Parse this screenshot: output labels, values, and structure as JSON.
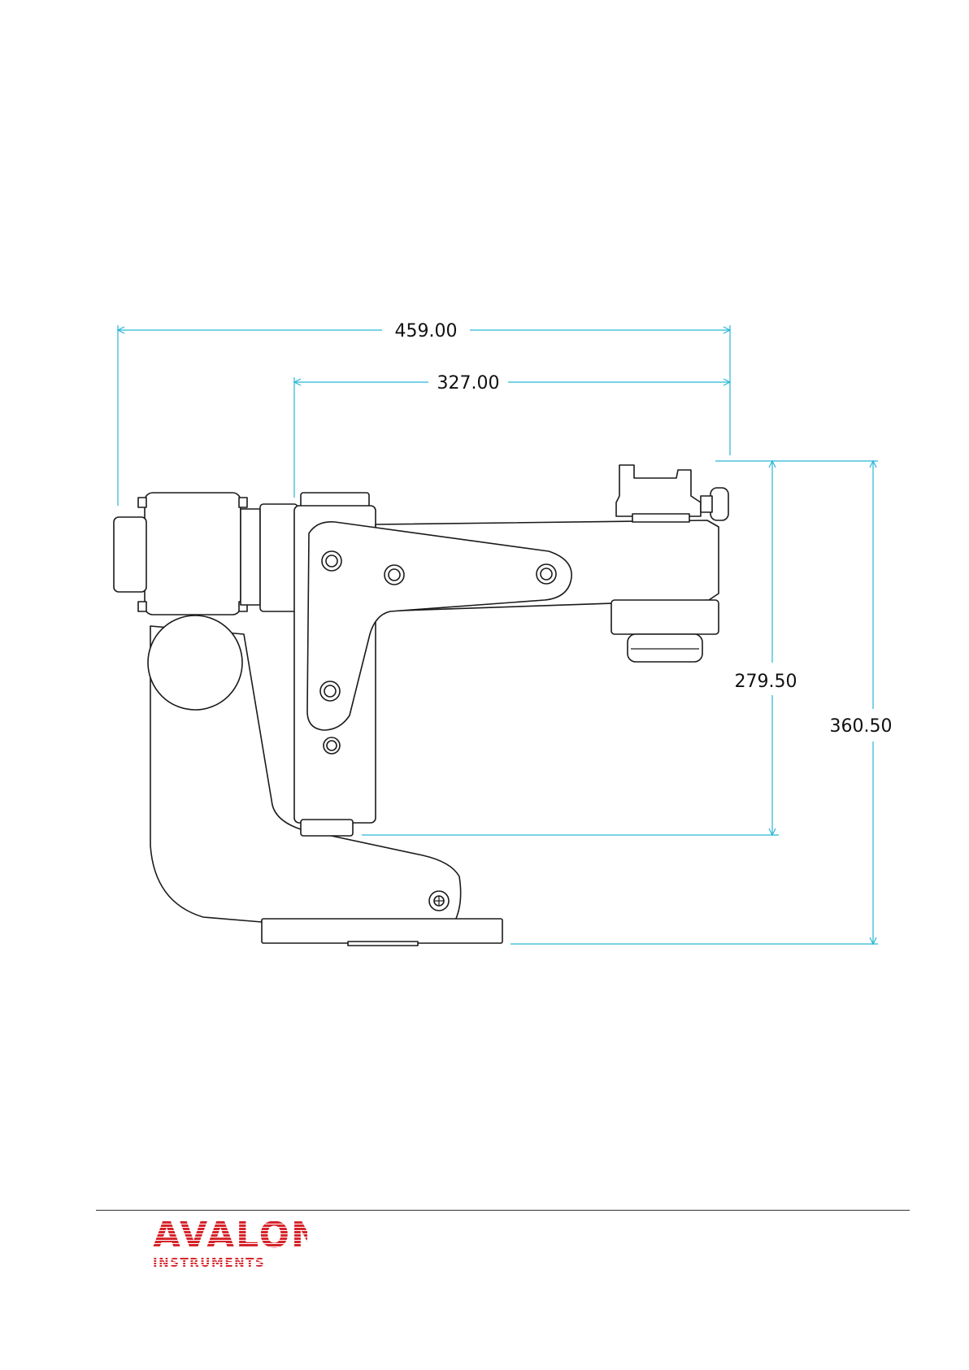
{
  "dimensions": {
    "overall_length": "459.00",
    "arm_length": "327.00",
    "saddle_height": "279.50",
    "overall_height": "360.50"
  },
  "colors": {
    "dimension_line": "#29b6d6",
    "logo": "#d6232a",
    "outline": "#1a1a1a"
  },
  "logo": {
    "name": "AVALON",
    "subtitle": "INSTRUMENTS"
  }
}
